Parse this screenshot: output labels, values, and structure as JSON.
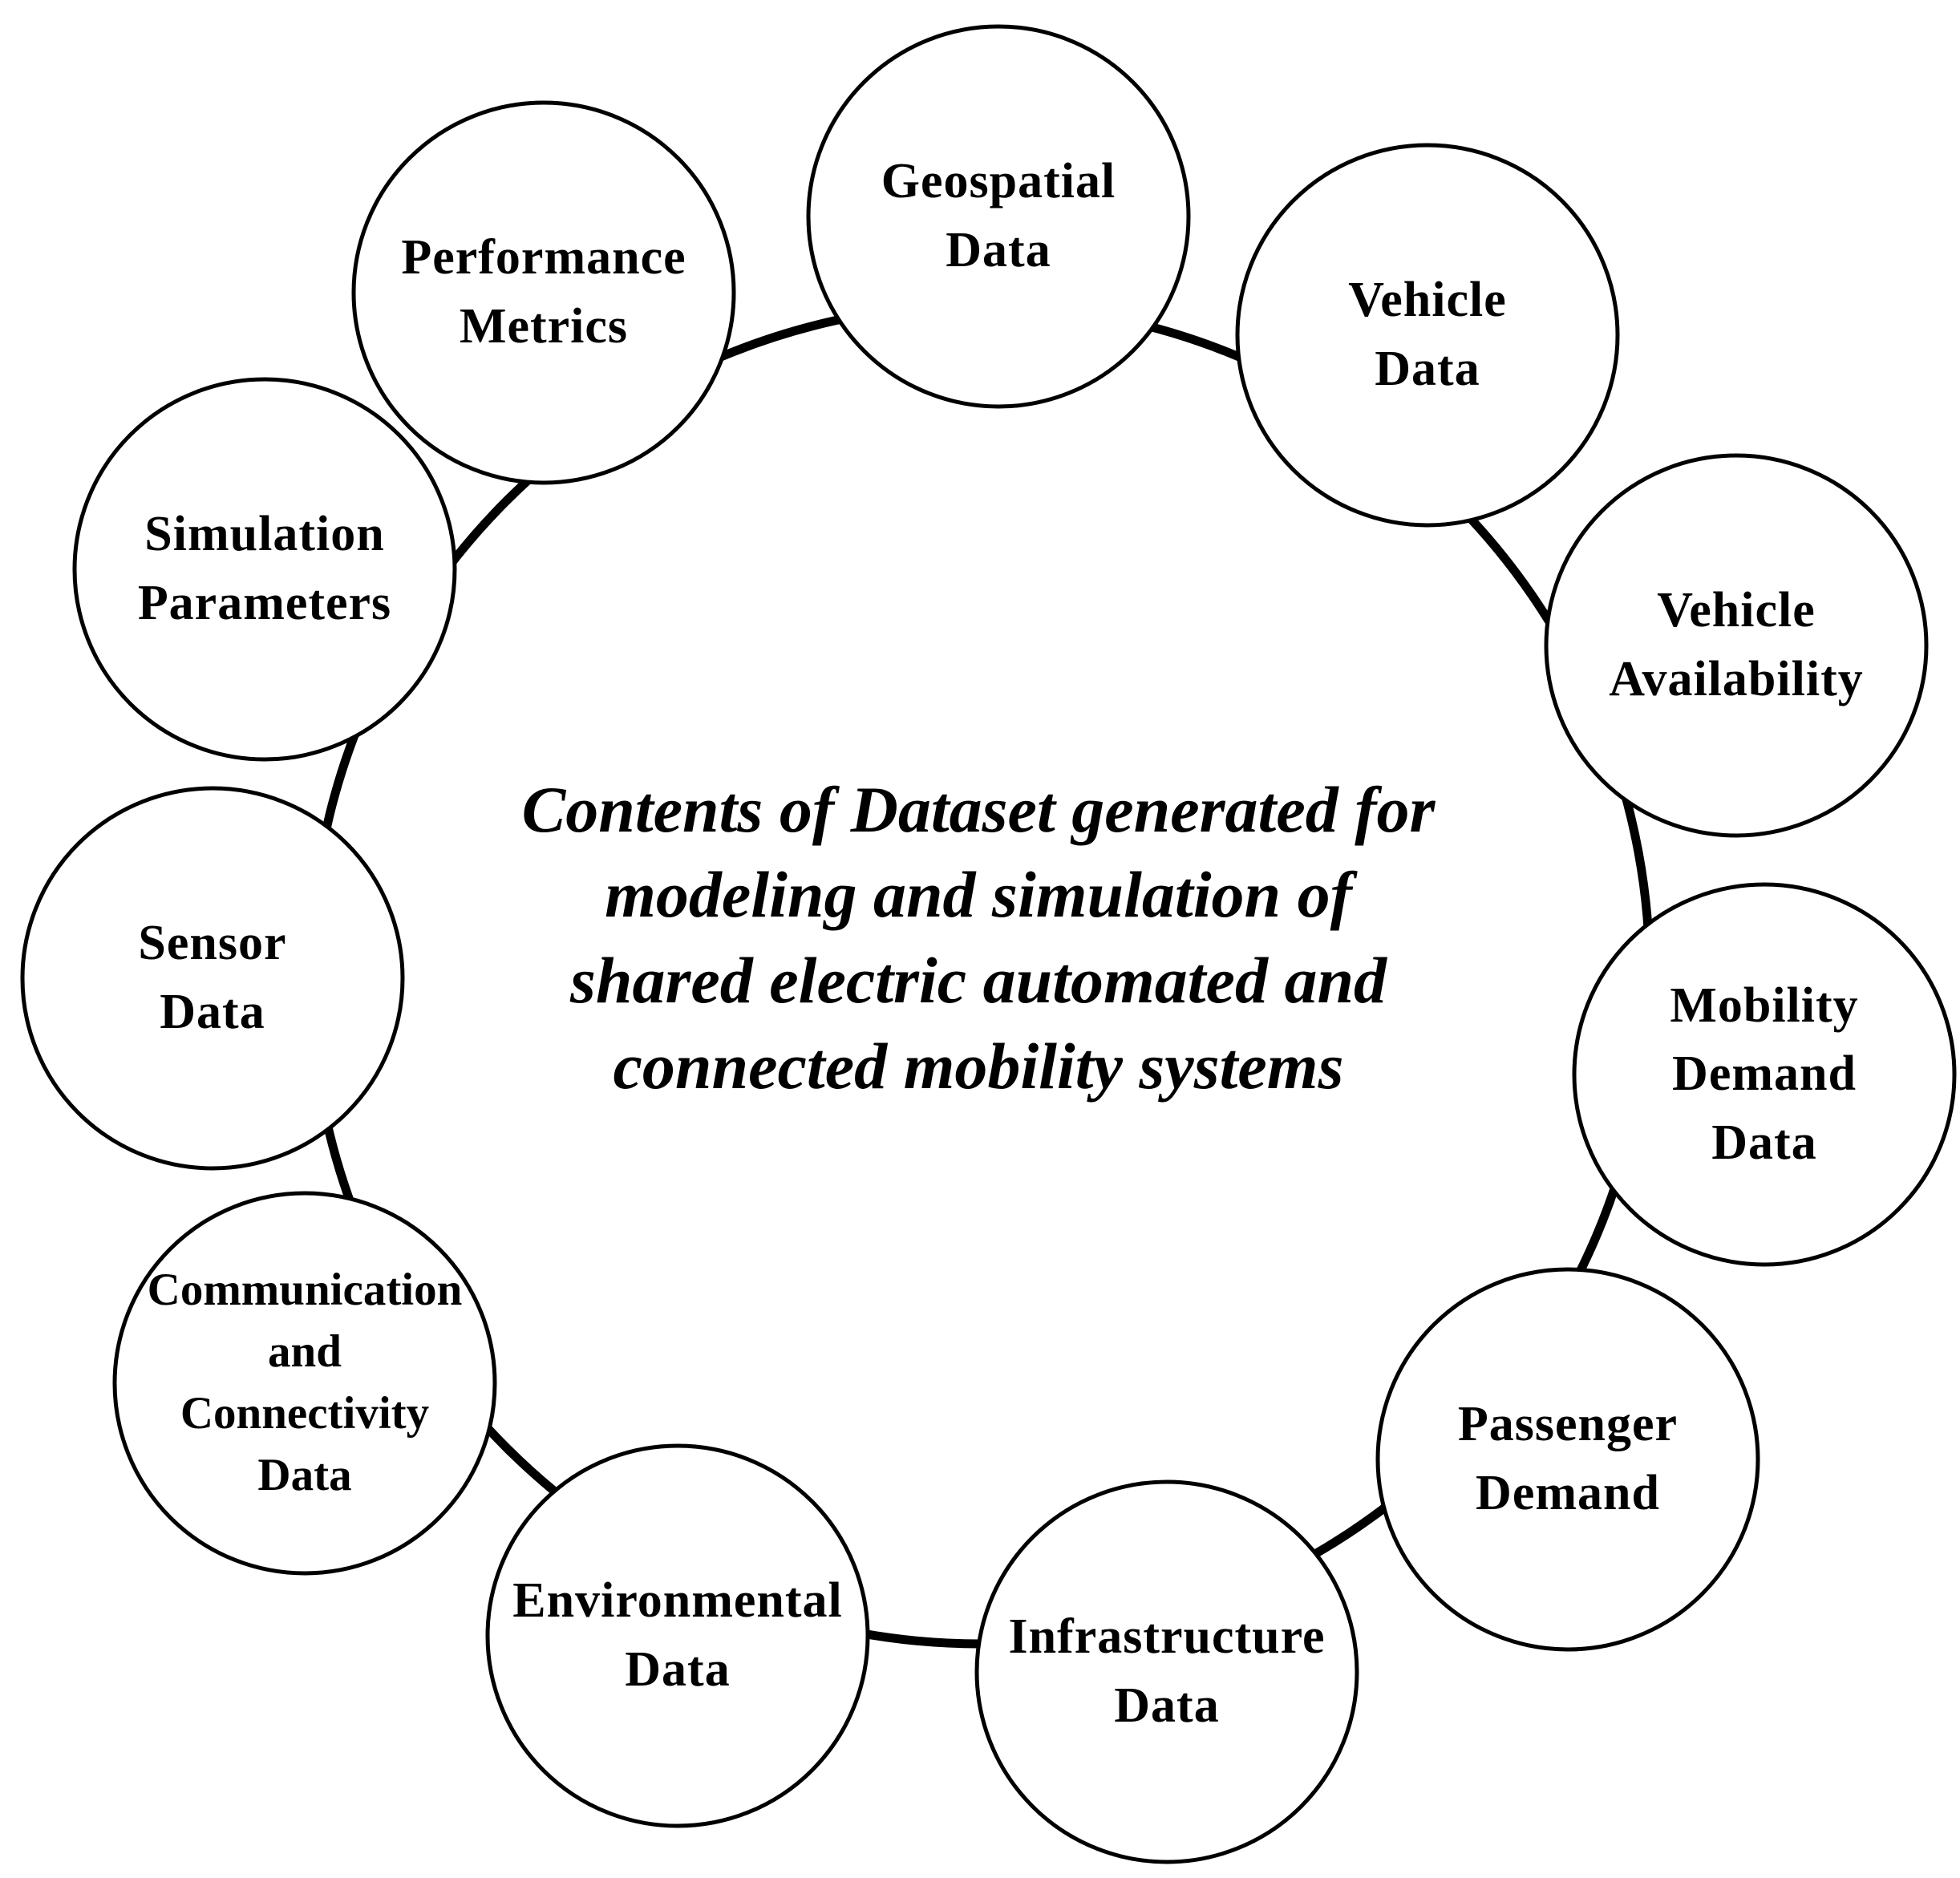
{
  "diagram": {
    "center_title_lines": [
      "Contents of Dataset generated for",
      "modeling and simulation of",
      "shared electric automated and",
      "connected mobility systems"
    ],
    "nodes": [
      {
        "id": "geospatial-data",
        "lines": [
          "Geospatial",
          "Data"
        ]
      },
      {
        "id": "vehicle-data",
        "lines": [
          "Vehicle",
          "Data"
        ]
      },
      {
        "id": "vehicle-availability",
        "lines": [
          "Vehicle",
          "Availability"
        ]
      },
      {
        "id": "mobility-demand-data",
        "lines": [
          "Mobility",
          "Demand",
          "Data"
        ]
      },
      {
        "id": "passenger-demand",
        "lines": [
          "Passenger",
          "Demand"
        ]
      },
      {
        "id": "infrastructure-data",
        "lines": [
          "Infrastructure",
          "Data"
        ]
      },
      {
        "id": "environmental-data",
        "lines": [
          "Environmental",
          "Data"
        ]
      },
      {
        "id": "communication-connectivity-data",
        "lines": [
          "Communication",
          "and",
          "Connectivity",
          "Data"
        ]
      },
      {
        "id": "sensor-data",
        "lines": [
          "Sensor",
          "Data"
        ]
      },
      {
        "id": "simulation-parameters",
        "lines": [
          "Simulation",
          "Parameters"
        ]
      },
      {
        "id": "performance-metrics",
        "lines": [
          "Performance",
          "Metrics"
        ]
      }
    ],
    "colors": {
      "stroke": "#000000",
      "fill": "#ffffff",
      "text": "#000000"
    }
  }
}
